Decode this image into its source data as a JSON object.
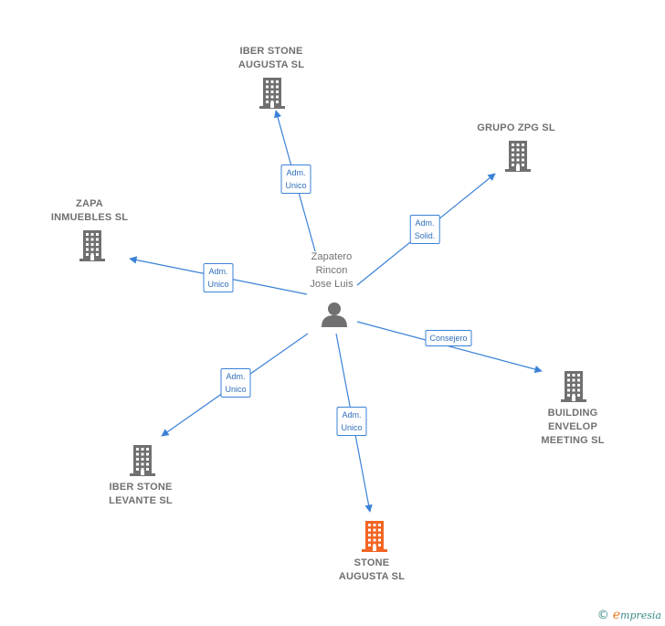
{
  "center": {
    "name": "Zapatero\nRincon\nJose Luis",
    "icon": "person-icon"
  },
  "companies": [
    {
      "id": "iber-stone-augusta",
      "name": "IBER STONE\nAUGUSTA  SL",
      "icon": "building-icon",
      "highlight": false
    },
    {
      "id": "grupo-zpg",
      "name": "GRUPO ZPG SL",
      "icon": "building-icon",
      "highlight": false
    },
    {
      "id": "zapa-inmuebles",
      "name": "ZAPA\nINMUEBLES  SL",
      "icon": "building-icon",
      "highlight": false
    },
    {
      "id": "building-envelop",
      "name": "BUILDING\nENVELOP\nMEETING SL",
      "icon": "building-icon",
      "highlight": false
    },
    {
      "id": "iber-stone-levante",
      "name": "IBER STONE\nLEVANTE  SL",
      "icon": "building-icon",
      "highlight": false
    },
    {
      "id": "stone-augusta",
      "name": "STONE\nAUGUSTA  SL",
      "icon": "building-icon",
      "highlight": true
    }
  ],
  "edges": [
    {
      "to": "iber-stone-augusta",
      "label": "Adm.\nUnico"
    },
    {
      "to": "grupo-zpg",
      "label": "Adm.\nSolid."
    },
    {
      "to": "zapa-inmuebles",
      "label": "Adm.\nUnico"
    },
    {
      "to": "building-envelop",
      "label": "Consejero"
    },
    {
      "to": "iber-stone-levante",
      "label": "Adm.\nUnico"
    },
    {
      "to": "stone-augusta",
      "label": "Adm.\nUnico"
    }
  ],
  "colors": {
    "node": "#707070",
    "highlight": "#f26522",
    "edge": "#3b82d6"
  },
  "footer": {
    "copyright": "©",
    "brand_initial": "e",
    "brand_rest": "mpresia"
  }
}
